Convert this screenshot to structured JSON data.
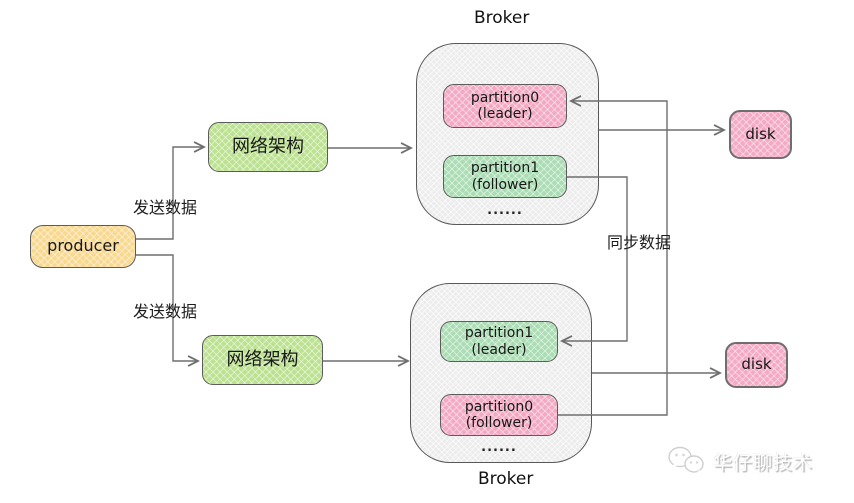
{
  "nodes": {
    "producer": {
      "label": "producer",
      "color": "#f9d88f"
    },
    "network_top": {
      "label": "网络架构",
      "color": "#bce291"
    },
    "network_bottom": {
      "label": "网络架构",
      "color": "#bce291"
    },
    "broker_top": {
      "title": "Broker",
      "ellipsis": "......",
      "partitions": [
        {
          "name": "partition0",
          "role": "(leader)",
          "color": "#f3a9c3"
        },
        {
          "name": "partition1",
          "role": "(follower)",
          "color": "#abddb4"
        }
      ]
    },
    "broker_bottom": {
      "title": "Broker",
      "ellipsis": "......",
      "partitions": [
        {
          "name": "partition1",
          "role": "(leader)",
          "color": "#abddb4"
        },
        {
          "name": "partition0",
          "role": "(follower)",
          "color": "#f3a9c3"
        }
      ]
    },
    "disk_top": {
      "label": "disk",
      "color": "#f4a9c4"
    },
    "disk_bottom": {
      "label": "disk",
      "color": "#f4a9c4"
    }
  },
  "edges": {
    "send_top_label": "发送数据",
    "send_bottom_label": "发送数据",
    "sync_label": "同步数据"
  },
  "watermark": {
    "text": "华仔聊技术",
    "icon": "wechat-icon"
  },
  "colors": {
    "line": "#6e6e6e",
    "broker_fill": "#ececec",
    "box_border": "#5c5c5c",
    "background": "#ffffff"
  }
}
